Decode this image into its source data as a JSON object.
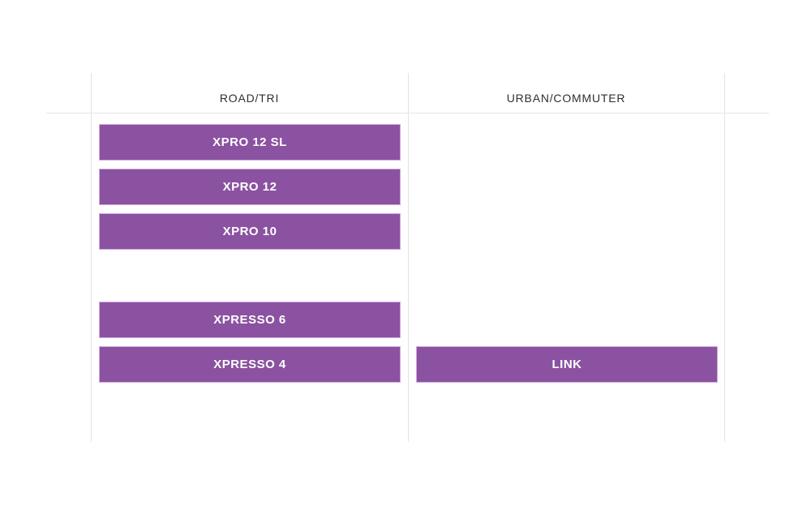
{
  "page": {
    "background_color": "#ffffff",
    "bar_fill_color": "#8b52a1",
    "bar_border_color": "#cfa8de",
    "bar_text_color": "#ffffff",
    "rule_color": "#e3e3e3",
    "header_text_color": "#2f2f2f"
  },
  "columns": [
    {
      "header": "ROAD/TRI"
    },
    {
      "header": "URBAN/COMMUTER"
    }
  ],
  "rows": [
    {
      "road": "XPRO 12 SL",
      "urban": ""
    },
    {
      "road": "XPRO 12",
      "urban": ""
    },
    {
      "road": "XPRO 10",
      "urban": ""
    },
    {
      "road": "",
      "urban": ""
    },
    {
      "road": "XPRESSO 6",
      "urban": ""
    },
    {
      "road": "XPRESSO 4",
      "urban": "LINK"
    }
  ],
  "chart_data": {
    "type": "table",
    "title": "",
    "categories": [
      "ROAD/TRI",
      "URBAN/COMMUTER"
    ],
    "series": [
      {
        "name": "ROAD/TRI",
        "values": [
          "XPRO 12 SL",
          "XPRO 12",
          "XPRO 10",
          "",
          "XPRESSO 6",
          "XPRESSO 4"
        ]
      },
      {
        "name": "URBAN/COMMUTER",
        "values": [
          "",
          "",
          "",
          "",
          "",
          "LINK"
        ]
      }
    ],
    "xlabel": "",
    "ylabel": "",
    "grid": true,
    "legend_position": "none"
  }
}
